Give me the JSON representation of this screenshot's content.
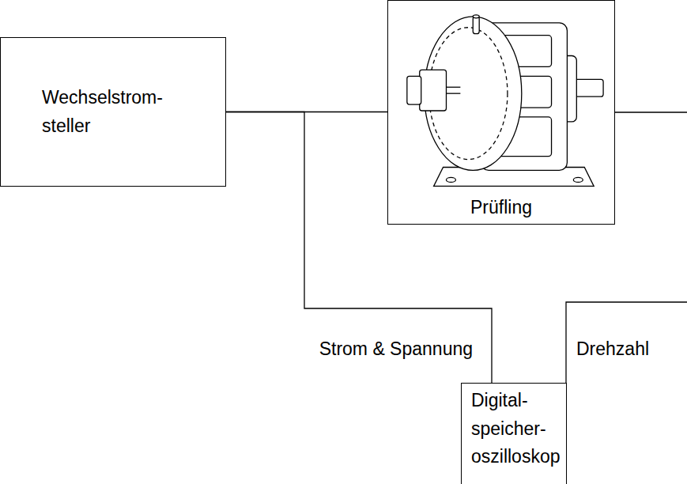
{
  "diagram": {
    "nodes": [
      {
        "text": [
          "Wechselstrom- steller"
        ]
      },
      {
        "text": [
          "Prüfling"
        ]
      },
      {
        "text": [
          "Digital- speicher- oszilloskop"
        ]
      }
    ],
    "edges": [
      {
        "from": 0,
        "to": 1,
        "arrow": "none"
      },
      {
        "from": 0,
        "to": 2,
        "arrow": "none",
        "label": "Strom & Spannung"
      },
      {
        "from": 1,
        "to": 2,
        "arrow": "none",
        "label": "Drehzahl"
      }
    ]
  }
}
